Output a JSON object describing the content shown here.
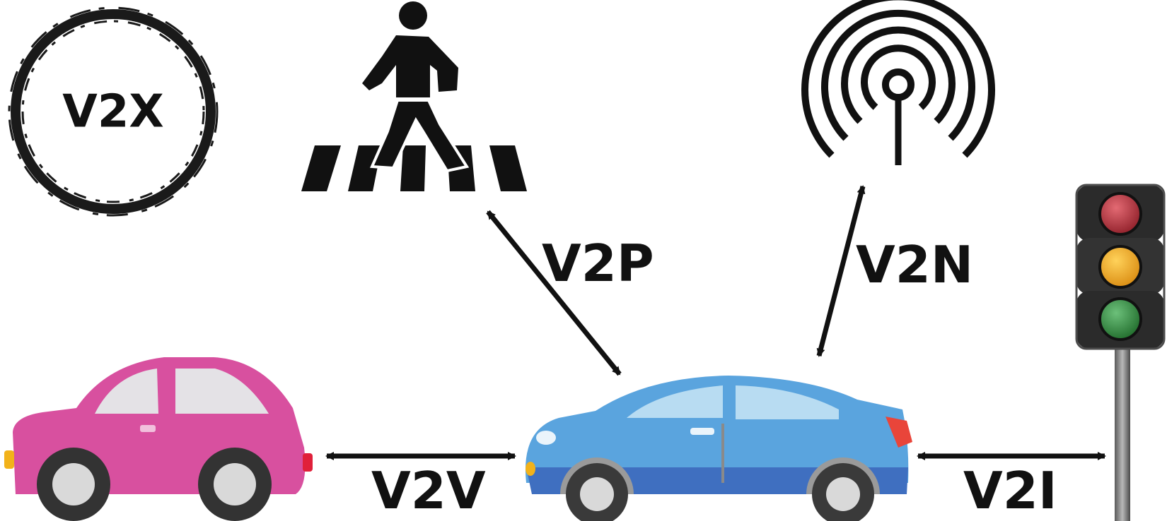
{
  "diagram": {
    "title": "V2X",
    "links": [
      {
        "id": "v2v",
        "label": "V2V"
      },
      {
        "id": "v2p",
        "label": "V2P"
      },
      {
        "id": "v2n",
        "label": "V2N"
      },
      {
        "id": "v2i",
        "label": "V2I"
      }
    ]
  },
  "colors": {
    "ink": "#111111",
    "pink_car": "#d8509f",
    "blue_car": "#5aa4de",
    "blue_car_skirt": "#3f6fc0",
    "light_red": "#b42a35",
    "light_amber": "#f0a020",
    "light_green": "#2f8a3c"
  }
}
